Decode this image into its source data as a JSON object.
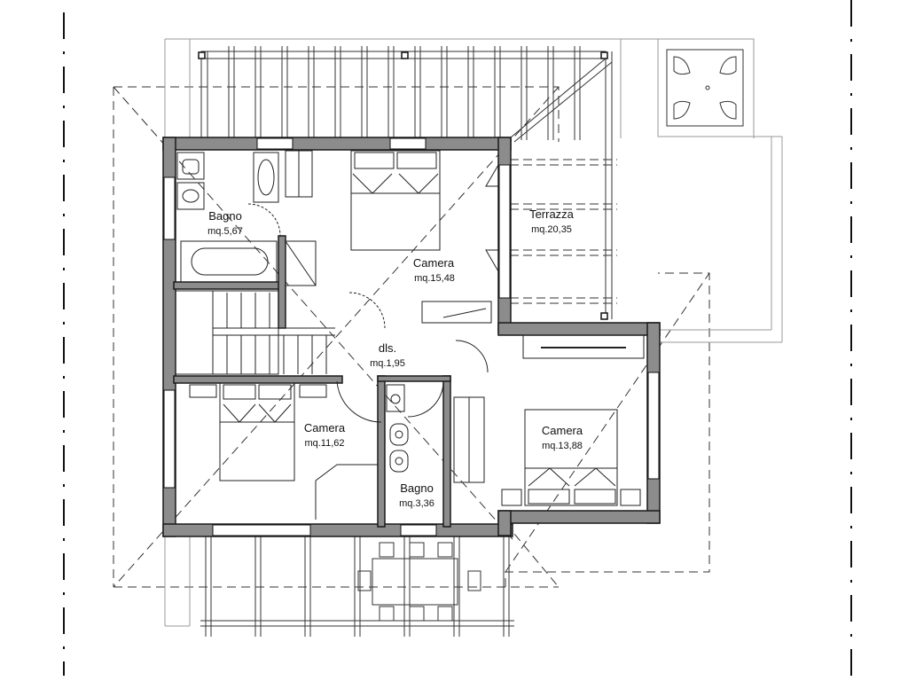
{
  "plan": {
    "rooms": [
      {
        "id": "bagno-1",
        "name": "Bagno",
        "area": "mq.5,67"
      },
      {
        "id": "camera-1",
        "name": "Camera",
        "area": "mq.15,48"
      },
      {
        "id": "terrazza",
        "name": "Terrazza",
        "area": "mq.20,35"
      },
      {
        "id": "dls",
        "name": "dls.",
        "area": "mq.1,95"
      },
      {
        "id": "camera-2",
        "name": "Camera",
        "area": "mq.11,62"
      },
      {
        "id": "camera-3",
        "name": "Camera",
        "area": "mq.13,88"
      },
      {
        "id": "bagno-2",
        "name": "Bagno",
        "area": "mq.3,36"
      }
    ]
  },
  "colors": {
    "wall": "#8c8c8c",
    "wall_outline": "#1a1a1a",
    "line": "#222222",
    "light_line": "#9a9a9a"
  }
}
